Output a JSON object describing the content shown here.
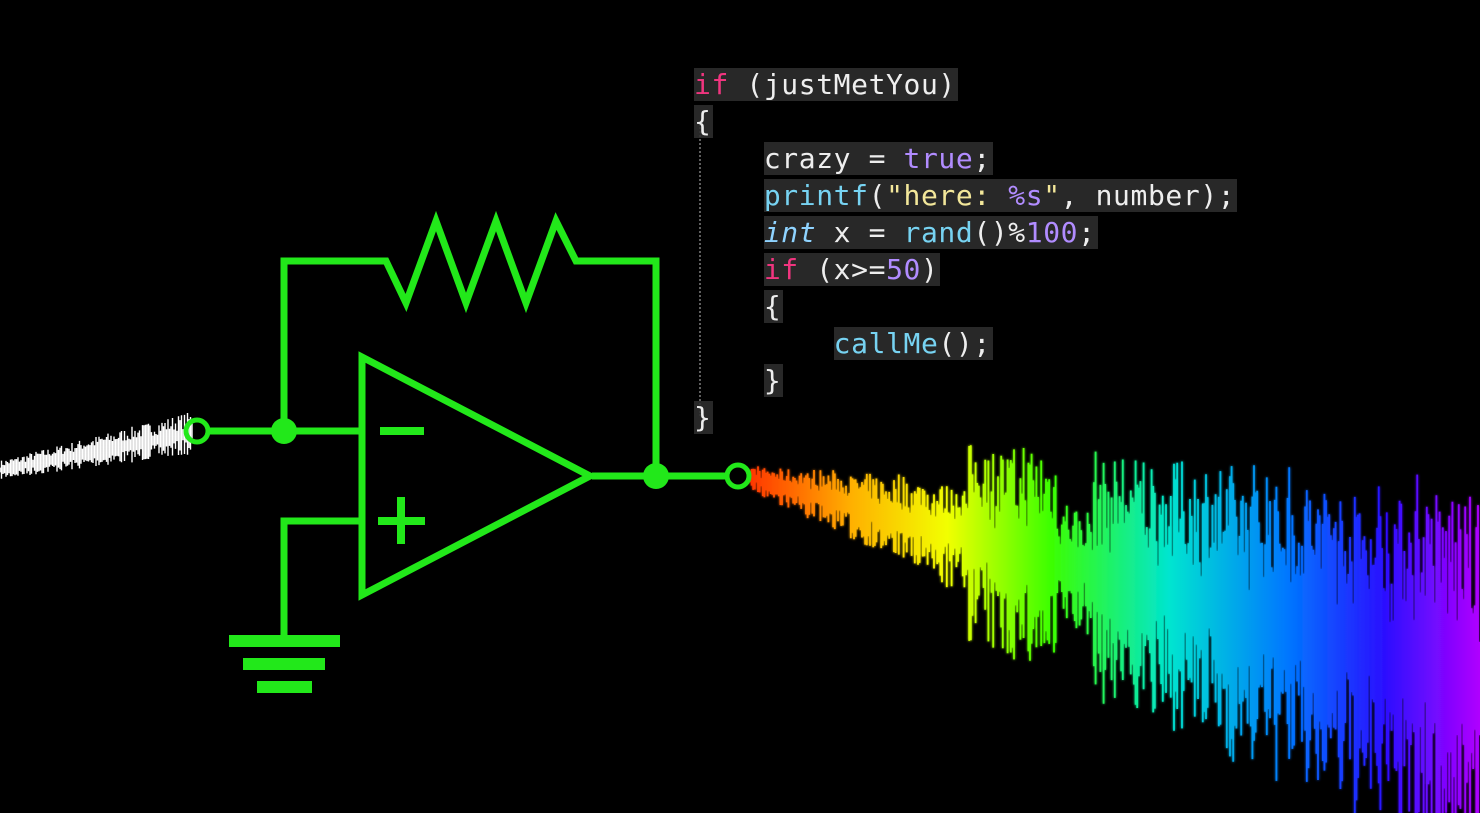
{
  "colors": {
    "background": "#000000",
    "circuit": "#22e81a",
    "code_keyword": "#f0357f",
    "code_function": "#77d3f2",
    "code_constant": "#b18cff",
    "code_string": "#f3e79a",
    "code_text": "#eeeeee",
    "input_wave": "#ffffff",
    "output_wave_gradient": [
      "#ff2a00",
      "#ffb000",
      "#f2ff00",
      "#3cff00",
      "#00e5d0",
      "#0077ff",
      "#2a10ff",
      "#b000ff"
    ]
  },
  "circuit": {
    "opamp_minus_label": "−",
    "opamp_plus_label": "+",
    "components": [
      "resistor",
      "op-amp",
      "ground",
      "input-terminal",
      "output-terminal"
    ]
  },
  "code": {
    "lines": [
      {
        "indent": "",
        "tokens": [
          {
            "t": "kw",
            "v": "if"
          },
          {
            "t": "plain",
            "v": " (justMetYou)"
          }
        ]
      },
      {
        "indent": "",
        "tokens": [
          {
            "t": "plain",
            "v": "{"
          }
        ]
      },
      {
        "indent": "    ",
        "tokens": [
          {
            "t": "plain",
            "v": "crazy = "
          },
          {
            "t": "const",
            "v": "true"
          },
          {
            "t": "plain",
            "v": ";"
          }
        ]
      },
      {
        "indent": "    ",
        "tokens": [
          {
            "t": "fn",
            "v": "printf"
          },
          {
            "t": "plain",
            "v": "("
          },
          {
            "t": "str",
            "v": "\"here: "
          },
          {
            "t": "const",
            "v": "%s"
          },
          {
            "t": "str",
            "v": "\""
          },
          {
            "t": "plain",
            "v": ", number);"
          }
        ]
      },
      {
        "indent": "    ",
        "tokens": [
          {
            "t": "type",
            "v": "int"
          },
          {
            "t": "plain",
            "v": " x = "
          },
          {
            "t": "fn",
            "v": "rand"
          },
          {
            "t": "plain",
            "v": "()%"
          },
          {
            "t": "const",
            "v": "100"
          },
          {
            "t": "plain",
            "v": ";"
          }
        ]
      },
      {
        "indent": "    ",
        "tokens": [
          {
            "t": "kw",
            "v": "if"
          },
          {
            "t": "plain",
            "v": " (x>="
          },
          {
            "t": "const",
            "v": "50"
          },
          {
            "t": "plain",
            "v": ")"
          }
        ]
      },
      {
        "indent": "    ",
        "tokens": [
          {
            "t": "plain",
            "v": "{"
          }
        ]
      },
      {
        "indent": "        ",
        "tokens": [
          {
            "t": "fn",
            "v": "callMe"
          },
          {
            "t": "plain",
            "v": "();"
          }
        ]
      },
      {
        "indent": "    ",
        "tokens": [
          {
            "t": "plain",
            "v": "}"
          }
        ]
      },
      {
        "indent": "",
        "tokens": [
          {
            "t": "plain",
            "v": "}"
          }
        ]
      }
    ]
  }
}
